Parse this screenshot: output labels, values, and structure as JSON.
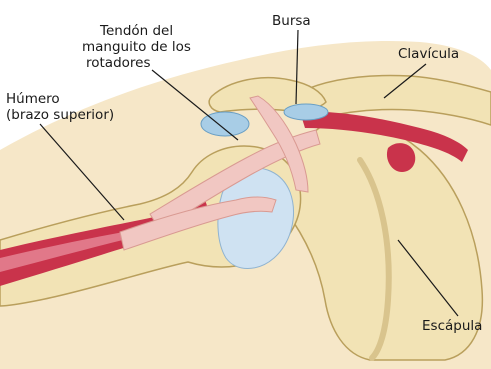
{
  "labels": {
    "tendon": [
      "Tendón del",
      "manguito de los",
      "rotadores"
    ],
    "bursa": "Bursa",
    "clavicle": "Clavícula",
    "humerus": [
      "Húmero",
      "(brazo superior)"
    ],
    "scapula": "Escápula"
  },
  "colors": {
    "background": "#ffffff",
    "skin": "#f6e7c8",
    "bone": "#f2e3b5",
    "bone_shadow": "#d9c48d",
    "muscle": "#c9334b",
    "muscle_light": "#e78a98",
    "tendon": "#f1c7c2",
    "bursa": "#a8cde6",
    "cartilage": "#cfe2f2",
    "outline": "#b99f5c",
    "text": "#1a1a1a"
  }
}
